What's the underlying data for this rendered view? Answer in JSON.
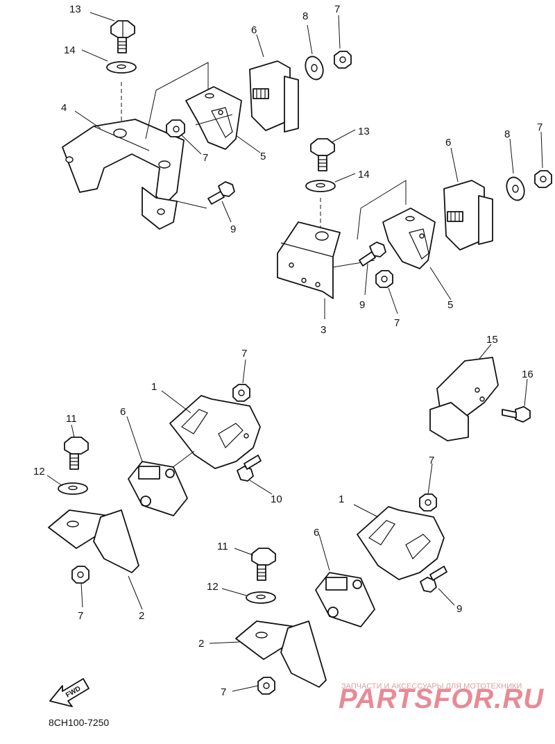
{
  "diagram": {
    "callouts": [
      {
        "id": "c13a",
        "text": "13"
      },
      {
        "id": "c14a",
        "text": "14"
      },
      {
        "id": "c6a",
        "text": "6"
      },
      {
        "id": "c8a",
        "text": "8"
      },
      {
        "id": "c7a",
        "text": "7"
      },
      {
        "id": "c4",
        "text": "4"
      },
      {
        "id": "c7b",
        "text": "7"
      },
      {
        "id": "c5a",
        "text": "5"
      },
      {
        "id": "c9a",
        "text": "9"
      },
      {
        "id": "c13b",
        "text": "13"
      },
      {
        "id": "c14b",
        "text": "14"
      },
      {
        "id": "c6b",
        "text": "6"
      },
      {
        "id": "c8b",
        "text": "8"
      },
      {
        "id": "c7c",
        "text": "7"
      },
      {
        "id": "c9b",
        "text": "9"
      },
      {
        "id": "c7d",
        "text": "7"
      },
      {
        "id": "c5b",
        "text": "5"
      },
      {
        "id": "c3",
        "text": "3"
      },
      {
        "id": "c7e",
        "text": "7"
      },
      {
        "id": "c1a",
        "text": "1"
      },
      {
        "id": "c15",
        "text": "15"
      },
      {
        "id": "c16",
        "text": "16"
      },
      {
        "id": "c11a",
        "text": "11"
      },
      {
        "id": "c6c",
        "text": "6"
      },
      {
        "id": "c12a",
        "text": "12"
      },
      {
        "id": "c10",
        "text": "10"
      },
      {
        "id": "c7f",
        "text": "7"
      },
      {
        "id": "c2a",
        "text": "2"
      },
      {
        "id": "c7g",
        "text": "7"
      },
      {
        "id": "c1b",
        "text": "1"
      },
      {
        "id": "c6d",
        "text": "6"
      },
      {
        "id": "c11b",
        "text": "11"
      },
      {
        "id": "c12b",
        "text": "12"
      },
      {
        "id": "c9c",
        "text": "9"
      },
      {
        "id": "c2b",
        "text": "2"
      },
      {
        "id": "c7h",
        "text": "7"
      }
    ],
    "fwd_label": "FWD",
    "diagram_code": "8CH100-7250"
  },
  "watermark": {
    "tagline": "ЗАПЧАСТИ И АКСЕССУАРЫ ДЛЯ МОТОТЕХНИКИ",
    "brand": "PARTSFOR.RU",
    "color": "#e88a95"
  }
}
